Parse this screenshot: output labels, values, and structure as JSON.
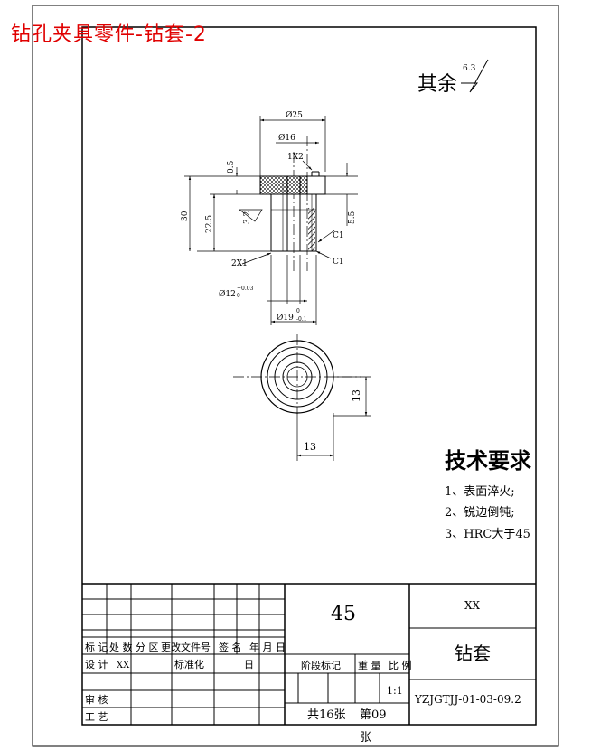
{
  "title": "钻孔夹具零件-钻套-2",
  "colors": {
    "title": "#e00000",
    "line": "#000000",
    "hatch": "#000000"
  },
  "roughness": {
    "prefix": "其余",
    "value": "6.3"
  },
  "dimensions": {
    "d25": "Ø25",
    "d16": "Ø16",
    "chamfer1x2": "1X2",
    "t05": "0.5",
    "h30": "30",
    "h225": "22.5",
    "r32": "3.2",
    "h55": "5.5",
    "c1a": "C1",
    "c1b": "C1",
    "chamfer2x1": "2X1",
    "d12": "Ø12",
    "d12_up": "+0.03",
    "d12_low": "0",
    "d19": "Ø19",
    "d19_up": "0",
    "d19_low": "-0.1",
    "v13": "13",
    "h13": "13"
  },
  "tech": {
    "heading": "技术要求",
    "items": [
      "1、表面淬火;",
      "2、锐边倒钝;",
      "3、HRC大于45"
    ]
  },
  "titleblock": {
    "material": "45",
    "company": "XX",
    "part_name": "钻套",
    "drawing_no": "YZJGTJJ-01-03-09.2",
    "h_marks": "标 记",
    "h_count": "处 数",
    "h_zone": "分 区",
    "h_docno": "更改文件号",
    "h_sign": "签 名",
    "h_date": "年 月 日",
    "designer_label": "设 计",
    "designer": "XX",
    "std_label": "标准化",
    "std_date": "日",
    "check_label": "审 核",
    "process_label": "工 艺",
    "stage_label": "阶段标记",
    "weight_label": "重 量",
    "scale_label": "比 例",
    "scale": "1:1",
    "sheets": "共16张",
    "sheet_no": "第09",
    "sheet_unit": "张"
  }
}
